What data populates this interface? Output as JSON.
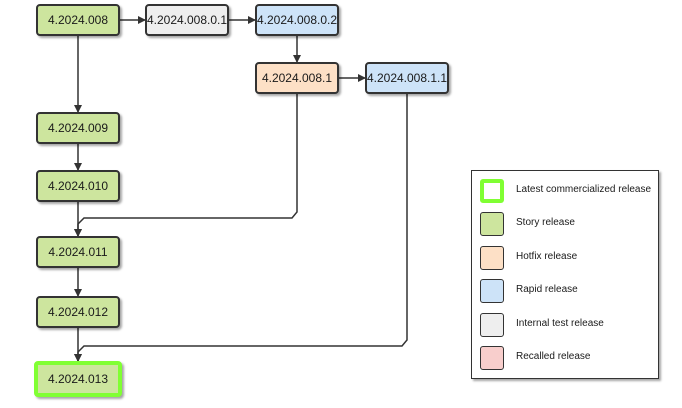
{
  "colors": {
    "story": "#cde59e",
    "hotfix": "#fde0c6",
    "rapid": "#cde3f8",
    "internal": "#eeeeee",
    "recalled": "#f8cecc",
    "latest_border": "#80ff33",
    "stroke": "#333333"
  },
  "nodes": {
    "v008": {
      "label": "4.2024.008",
      "type": "story"
    },
    "v008_0_1": {
      "label": "4.2024.008.0.1",
      "type": "internal"
    },
    "v008_0_2": {
      "label": "4.2024.008.0.2",
      "type": "rapid"
    },
    "v008_1": {
      "label": "4.2024.008.1",
      "type": "hotfix"
    },
    "v008_1_1": {
      "label": "4.2024.008.1.1",
      "type": "rapid"
    },
    "v009": {
      "label": "4.2024.009",
      "type": "story"
    },
    "v010": {
      "label": "4.2024.010",
      "type": "story"
    },
    "v011": {
      "label": "4.2024.011",
      "type": "story"
    },
    "v012": {
      "label": "4.2024.012",
      "type": "story"
    },
    "v013": {
      "label": "4.2024.013",
      "type": "story",
      "latest": true
    }
  },
  "edges": [
    {
      "from": "v008",
      "to": "v008_0_1"
    },
    {
      "from": "v008_0_1",
      "to": "v008_0_2"
    },
    {
      "from": "v008_0_2",
      "to": "v008_1"
    },
    {
      "from": "v008_1",
      "to": "v008_1_1"
    },
    {
      "from": "v008",
      "to": "v009"
    },
    {
      "from": "v009",
      "to": "v010"
    },
    {
      "from": "v010",
      "to": "v011"
    },
    {
      "from": "v008_1",
      "to": "v011"
    },
    {
      "from": "v011",
      "to": "v012"
    },
    {
      "from": "v012",
      "to": "v013"
    },
    {
      "from": "v008_1_1",
      "to": "v013"
    }
  ],
  "legend": {
    "items": [
      {
        "label": "Latest commercialized release",
        "type": "latest"
      },
      {
        "label": "Story release",
        "type": "story"
      },
      {
        "label": "Hotfix release",
        "type": "hotfix"
      },
      {
        "label": "Rapid release",
        "type": "rapid"
      },
      {
        "label": "Internal test release",
        "type": "internal"
      },
      {
        "label": "Recalled release",
        "type": "recalled"
      }
    ]
  }
}
